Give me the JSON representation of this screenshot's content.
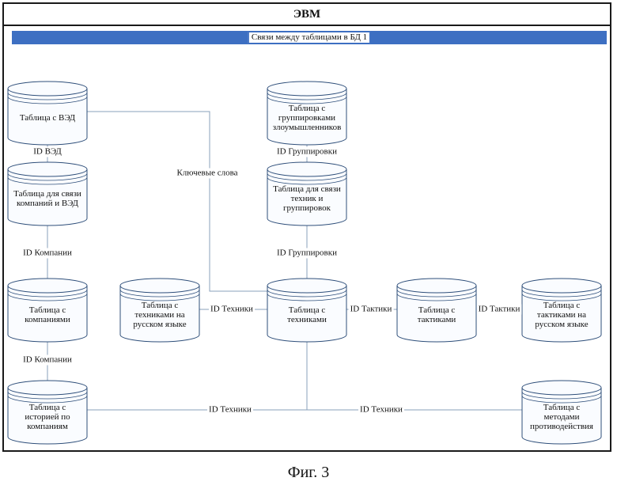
{
  "header": {
    "title": "ЭВМ"
  },
  "banner": {
    "text": "Связи между таблицами в БД 1"
  },
  "nodes": [
    {
      "id": "ved",
      "label": "Таблица с ВЭД"
    },
    {
      "id": "groups",
      "label": "Таблица с группировками злоумышленников"
    },
    {
      "id": "company_ved",
      "label": "Таблица для связи компаний и ВЭД"
    },
    {
      "id": "tech_groups",
      "label": "Таблица для связи техник и группировок"
    },
    {
      "id": "companies",
      "label": "Таблица с компаниями"
    },
    {
      "id": "tech_ru",
      "label": "Таблица с техниками на русском языке"
    },
    {
      "id": "techniques",
      "label": "Таблица с техниками"
    },
    {
      "id": "tactics",
      "label": "Таблица с тактиками"
    },
    {
      "id": "tactics_ru",
      "label": "Таблица с тактиками на русском языке"
    },
    {
      "id": "history",
      "label": "Таблица с историей по компаниям"
    },
    {
      "id": "countermeasures",
      "label": "Таблица с методами противодействия"
    }
  ],
  "edges": [
    {
      "from": "ved",
      "to": "company_ved",
      "label": "ID ВЭД"
    },
    {
      "from": "company_ved",
      "to": "companies",
      "label": "ID Компании"
    },
    {
      "from": "companies",
      "to": "history",
      "label": "ID Компании"
    },
    {
      "from": "groups",
      "to": "tech_groups",
      "label": "ID Группировки"
    },
    {
      "from": "tech_groups",
      "to": "techniques",
      "label": "ID Группировки"
    },
    {
      "from": "ved",
      "to": "techniques",
      "label": "Ключевые слова"
    },
    {
      "from": "tech_ru",
      "to": "techniques",
      "label": "ID Техники"
    },
    {
      "from": "techniques",
      "to": "tactics",
      "label": "ID Тактики"
    },
    {
      "from": "tactics",
      "to": "tactics_ru",
      "label": "ID Тактики"
    },
    {
      "from": "history",
      "to": "techniques",
      "label": "ID Техники"
    },
    {
      "from": "techniques",
      "to": "countermeasures",
      "label": "ID Техники"
    }
  ],
  "caption": "Фиг. 3"
}
